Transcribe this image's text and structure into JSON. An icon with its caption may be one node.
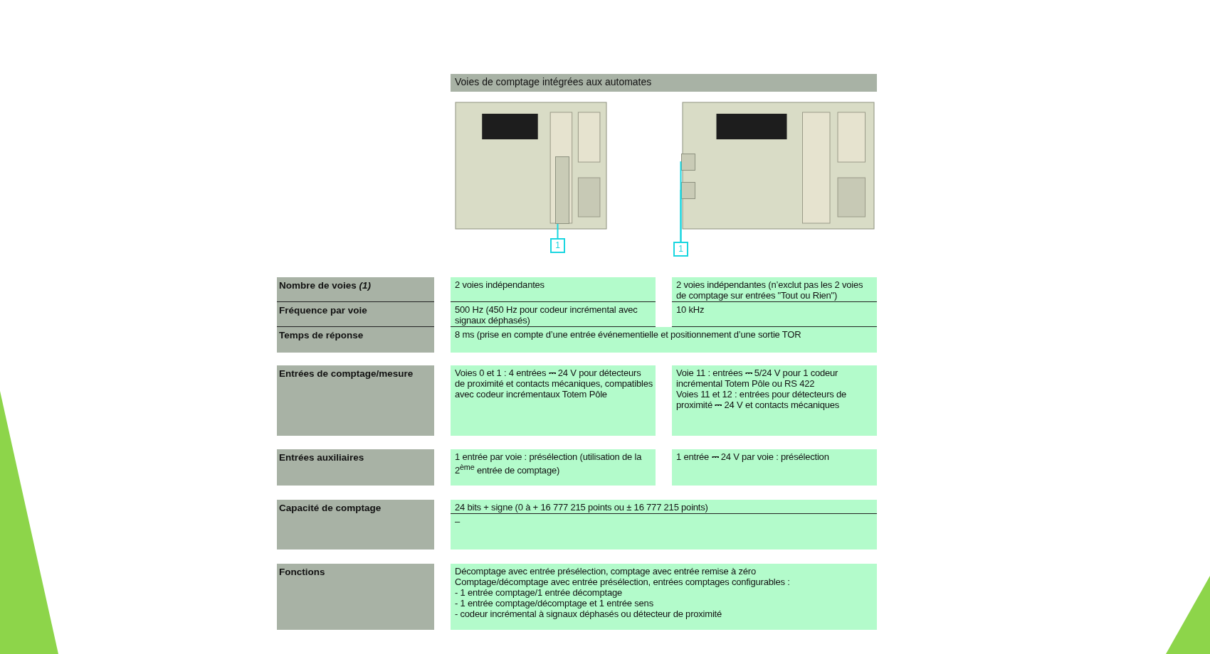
{
  "diagram": {
    "title": "Voies de comptage intégrées aux automates",
    "nodes": [
      {
        "text": [],
        "shape": "picture"
      },
      {
        "text": [],
        "shape": "picture"
      },
      {
        "text": [],
        "shape": "box",
        "in": 0
      },
      {
        "text": [],
        "shape": "box",
        "in": 1
      },
      {
        "text": [],
        "shape": "box",
        "in": 1
      },
      {
        "text": [
          "1"
        ]
      },
      {
        "text": [
          "1"
        ]
      }
    ],
    "edges": [
      {
        "from": 5,
        "to": 2,
        "arrow": "none"
      },
      {
        "from": 6,
        "to": 3,
        "arrow": "none"
      },
      {
        "from": 6,
        "to": 4,
        "arrow": "none"
      }
    ],
    "labels": [
      "Nombre de voies *(1)*",
      "2 voies indépendantes",
      "2 voies indépendantes (n’exclut pas les 2 voies de comptage sur entrées \"Tout ou Rien\")",
      "Fréquence par voie",
      "500 Hz (450 Hz pour codeur incrémental avec signaux déphasés)",
      "10 kHz",
      "Temps de réponse",
      "8 ms (prise en compte d’une entrée événementielle et positionnement d’une sortie TOR",
      "Entrées de comptage/mesure",
      "Voies 0 et 1 : 4 entrées ⎓ 24 V pour détecteurs de proximité et contacts mécaniques, compatibles avec codeur incrémentaux Totem Pôle",
      "Voie 11 : entrées ⎓ 5/24 V pour 1 codeur incrémental Totem Pôle ou RS 422",
      "Voies 11 et 12 : entrées pour détecteurs de proximité ⎓ 24 V et contacts mécaniques",
      "Entrées auxiliaires",
      "1 entrée par voie : présélection (utilisation de la 2$^{ème}$ entrée de comptage)",
      "1 entrée ⎓ 24 V par voie : présélection",
      "Capacité de comptage",
      "24 bits + signe (0 à + 16 777 215 points ou ± 16  777 215 points)",
      "–",
      "Fonctions",
      "Décomptage avec entrée présélection, comptage avec entrée remise à zéro",
      "Comptage/décomptage avec entrée présélection, entrées comptages configurables :",
      "- 1 entrée comptage/1 entrée décomptage",
      "- 1 entrée comptage/décomptage et 1 entrée sens",
      "- codeur incrémental à signaux déphasés ou détecteur de proximité"
    ]
  }
}
